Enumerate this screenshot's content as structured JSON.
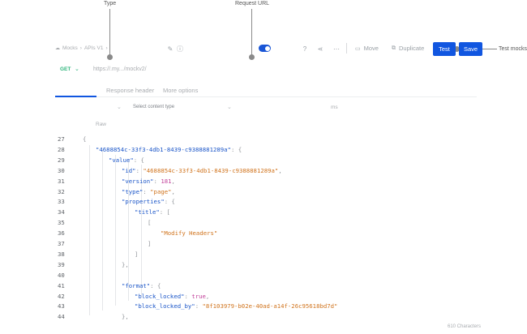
{
  "annotations": {
    "type": "Type",
    "request_url": "Request URL",
    "test_mocks": "Test mocks"
  },
  "breadcrumb": {
    "root": "Mocks",
    "folder": "APIs V1",
    "sep": "›"
  },
  "toolbar": {
    "move_label": "Move",
    "duplicate_label": "Duplicate",
    "test_label": "Test",
    "save_label": "Save",
    "toggle_on": true
  },
  "request": {
    "method": "GET",
    "url": "https://.my.../mockv2/"
  },
  "tabs": [
    "Response header",
    "More options"
  ],
  "content_type_placeholder": "Select content type",
  "delay_unit": "ms",
  "body_mode": "Raw",
  "editor": {
    "lines": [
      {
        "no": "27",
        "indent": 0,
        "tokens": [
          {
            "t": "{",
            "c": "p"
          }
        ]
      },
      {
        "no": "28",
        "indent": 1,
        "tokens": [
          {
            "t": "\"4688854c-33f3-4db1-8439-c9388881289a\"",
            "c": "k"
          },
          {
            "t": ": {",
            "c": "p"
          }
        ]
      },
      {
        "no": "29",
        "indent": 2,
        "tokens": [
          {
            "t": "\"value\"",
            "c": "k"
          },
          {
            "t": ": {",
            "c": "p"
          }
        ]
      },
      {
        "no": "30",
        "indent": 3,
        "tokens": [
          {
            "t": "\"id\"",
            "c": "k"
          },
          {
            "t": ": ",
            "c": "p"
          },
          {
            "t": "\"4688854c-33f3-4db1-8439-c9388881289a\"",
            "c": "s"
          },
          {
            "t": ",",
            "c": "p"
          }
        ]
      },
      {
        "no": "31",
        "indent": 3,
        "tokens": [
          {
            "t": "\"version\"",
            "c": "k"
          },
          {
            "t": ": ",
            "c": "p"
          },
          {
            "t": "181",
            "c": "n"
          },
          {
            "t": ",",
            "c": "p"
          }
        ]
      },
      {
        "no": "32",
        "indent": 3,
        "tokens": [
          {
            "t": "\"type\"",
            "c": "k"
          },
          {
            "t": ": ",
            "c": "p"
          },
          {
            "t": "\"page\"",
            "c": "s"
          },
          {
            "t": ",",
            "c": "p"
          }
        ]
      },
      {
        "no": "33",
        "indent": 3,
        "tokens": [
          {
            "t": "\"properties\"",
            "c": "k"
          },
          {
            "t": ": {",
            "c": "p"
          }
        ]
      },
      {
        "no": "34",
        "indent": 4,
        "tokens": [
          {
            "t": "\"title\"",
            "c": "k"
          },
          {
            "t": ": [",
            "c": "p"
          }
        ]
      },
      {
        "no": "35",
        "indent": 5,
        "tokens": [
          {
            "t": "[",
            "c": "p"
          }
        ]
      },
      {
        "no": "36",
        "indent": 6,
        "tokens": [
          {
            "t": "\"Modify Headers\"",
            "c": "s"
          }
        ]
      },
      {
        "no": "37",
        "indent": 5,
        "tokens": [
          {
            "t": "]",
            "c": "p"
          }
        ]
      },
      {
        "no": "38",
        "indent": 4,
        "tokens": [
          {
            "t": "]",
            "c": "p"
          }
        ]
      },
      {
        "no": "39",
        "indent": 3,
        "tokens": [
          {
            "t": "},",
            "c": "p"
          }
        ]
      },
      {
        "no": "40",
        "indent": 0,
        "tokens": []
      },
      {
        "no": "41",
        "indent": 3,
        "tokens": [
          {
            "t": "\"format\"",
            "c": "k"
          },
          {
            "t": ": {",
            "c": "p"
          }
        ]
      },
      {
        "no": "42",
        "indent": 4,
        "tokens": [
          {
            "t": "\"block_locked\"",
            "c": "k"
          },
          {
            "t": ": ",
            "c": "p"
          },
          {
            "t": "true",
            "c": "n"
          },
          {
            "t": ",",
            "c": "p"
          }
        ]
      },
      {
        "no": "43",
        "indent": 4,
        "tokens": [
          {
            "t": "\"block_locked_by\"",
            "c": "k"
          },
          {
            "t": ": ",
            "c": "p"
          },
          {
            "t": "\"8f103979-b02e-40ad-a14f-26c95618bd7d\"",
            "c": "s"
          }
        ]
      },
      {
        "no": "44",
        "indent": 3,
        "tokens": [
          {
            "t": "},",
            "c": "p"
          }
        ]
      }
    ]
  },
  "footer": {
    "char_count": "610 Characters"
  }
}
